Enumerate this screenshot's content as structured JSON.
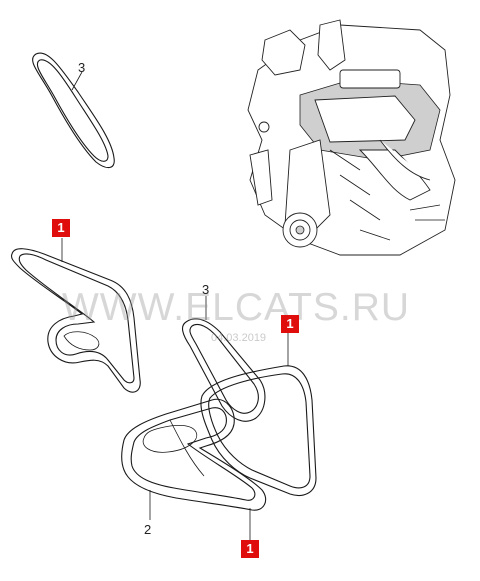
{
  "callouts": [
    {
      "label": "1"
    },
    {
      "label": "1"
    },
    {
      "label": "1"
    }
  ],
  "part_numbers": {
    "belt_top": "3",
    "belt_mid": "3",
    "belt_bottom": "2"
  },
  "watermark": {
    "text": "WWW.ELCATS.RU",
    "date": "04.03.2019"
  },
  "colors": {
    "callout": "#e00d0d",
    "line": "#1a1a1a"
  }
}
